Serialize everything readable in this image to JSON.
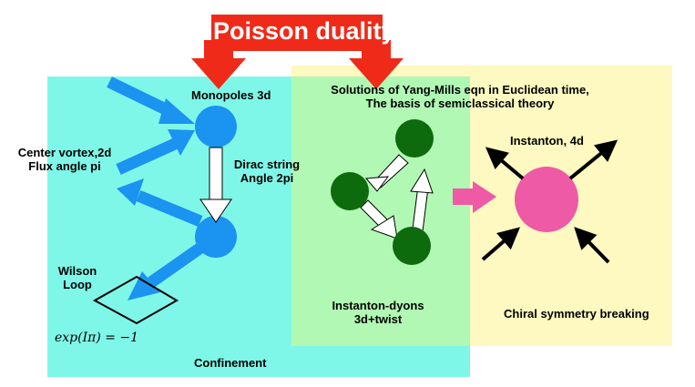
{
  "banner": {
    "text": "Poisson duality"
  },
  "confinement_region": {
    "label": "Confinement",
    "monopoles_label": "Monopoles 3d",
    "center_vortex_label": "Center vortex,2d",
    "flux_angle_label": "Flux angle pi",
    "dirac_string_label": "Dirac string",
    "dirac_angle_label": "Angle 2pi",
    "wilson_label": "Wilson",
    "loop_label": "Loop",
    "formula": "exp(Iπ) = −1"
  },
  "semiclassical_region": {
    "title_line1": "Solutions of Yang-Mills eqn in Euclidean time,",
    "title_line2": "The basis of semiclassical theory"
  },
  "dyons": {
    "label_line1": "Instanton-dyons",
    "label_line2": "3d+twist"
  },
  "instanton": {
    "label": "Instanton, 4d",
    "chiral_label": "Chiral symmetry breaking"
  },
  "colors": {
    "cyan_region": "#7ff7e8",
    "yellow_region": "#fdf9c0",
    "overlap_region": "#b1f8b4",
    "arrow_blue": "#1b93f0",
    "monopole": "#1b93f0",
    "dyon": "#0d6b0d",
    "instanton": "#ee5aa6",
    "banner_red": "#f02a18",
    "pink_arrow": "#ee5aa6"
  }
}
